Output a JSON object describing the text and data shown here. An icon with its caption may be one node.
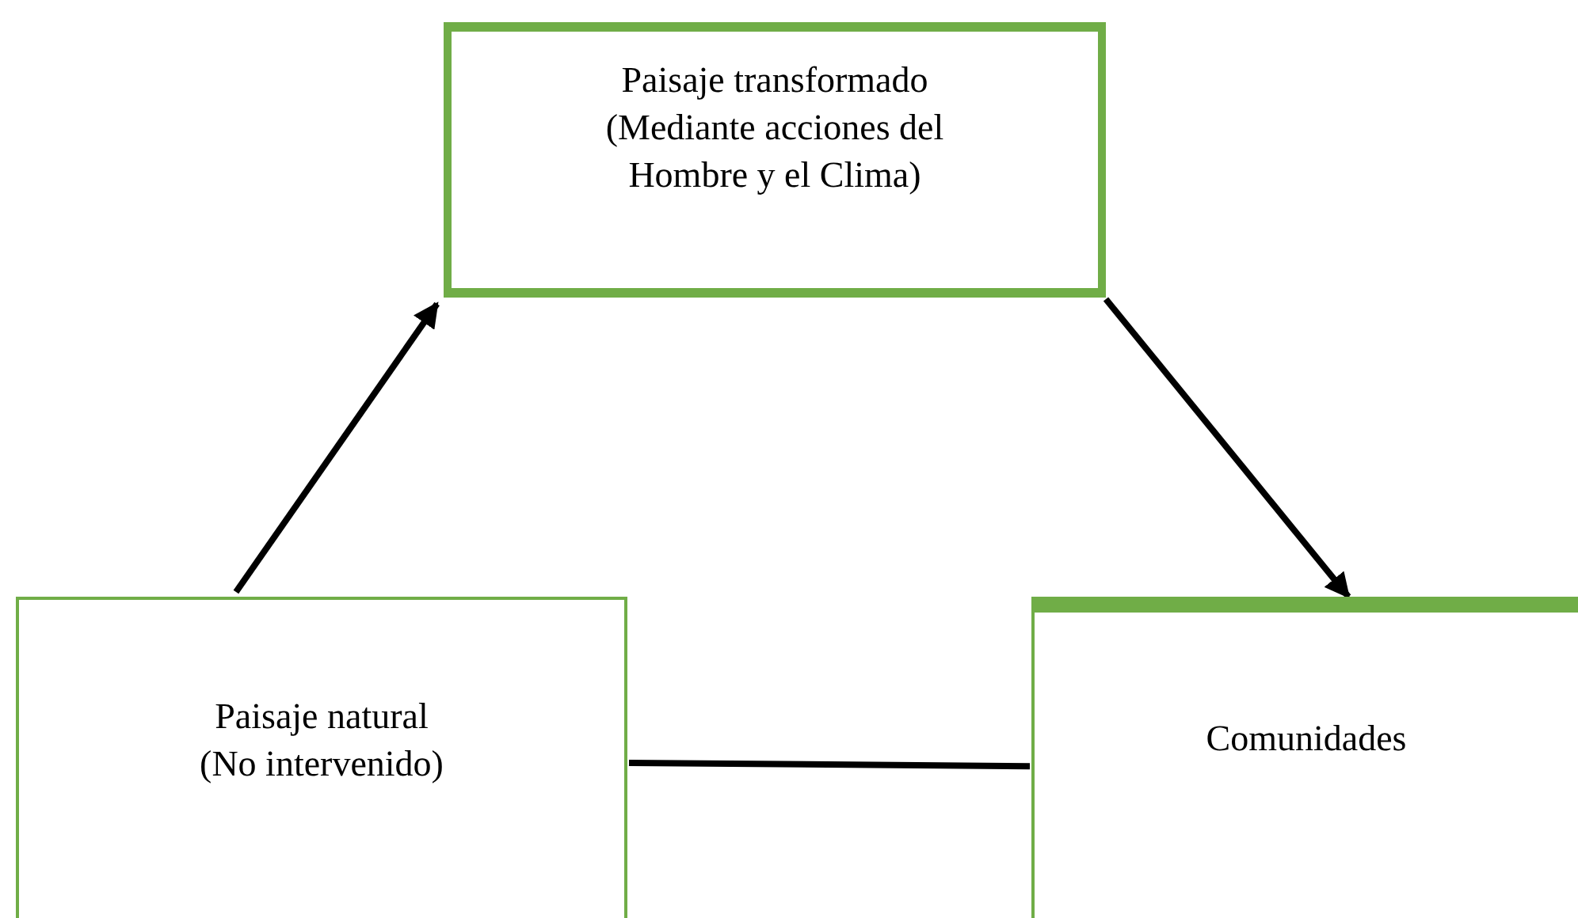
{
  "diagram": {
    "nodes": [
      {
        "text": [
          "Paisaje transformado",
          "(Mediante acciones del Hombre y el Clima)"
        ]
      },
      {
        "text": [
          "Paisaje natural",
          "(No intervenido)"
        ]
      },
      {
        "text": [
          "Comunidades"
        ]
      }
    ],
    "edges": [
      {
        "from": 1,
        "to": 0,
        "arrow": "to"
      },
      {
        "from": 0,
        "to": 2,
        "arrow": "to"
      },
      {
        "from": 1,
        "to": 2,
        "arrow": "none"
      }
    ]
  }
}
